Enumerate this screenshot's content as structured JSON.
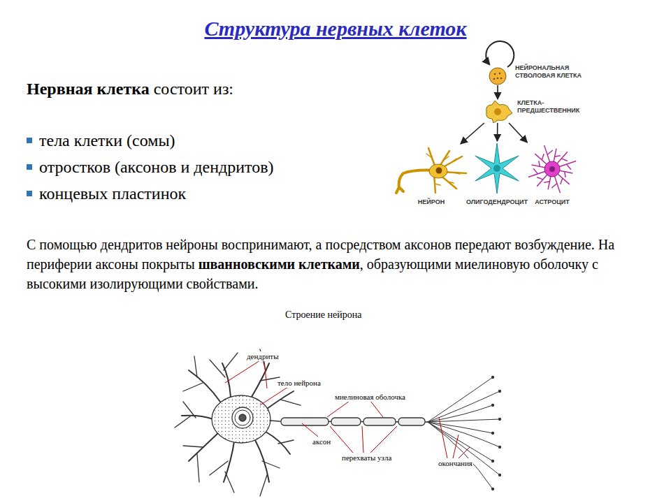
{
  "diagram": {
    "title": "Структура нервных клеток",
    "nodes": [
      {
        "text": [
          "НЕЙРОНАЛЬНАЯ СТВОЛОВАЯ КЛЕТКА"
        ]
      },
      {
        "text": [
          "КЛЕТКА-ПРЕДШЕСТВЕННИК"
        ]
      },
      {
        "text": [
          "НЕЙРОН"
        ]
      },
      {
        "text": [
          "ОЛИГОДЕНДРОЦИТ"
        ]
      },
      {
        "text": [
          "АСТРОЦИТ"
        ]
      }
    ],
    "edges": [
      {
        "from": 0,
        "to": 1,
        "arrow": "to"
      },
      {
        "from": 1,
        "to": 2,
        "arrow": "to"
      },
      {
        "from": 1,
        "to": 3,
        "arrow": "to"
      },
      {
        "from": 1,
        "to": 4,
        "arrow": "to"
      }
    ],
    "labels": [
      "Нервная клетка",
      "состоит из:",
      "тела клетки (сомы)",
      "отростков (аксонов и дендритов)",
      "концевых пластинок",
      "С помощью дендритов нейроны воспринимают, а посредством аксонов передают возбуждение. На периферии аксоны покрыты",
      "шванновскими клетками",
      ", образующими миелиновую оболочку с высокими изолирующими свойствами.",
      "Строение нейрона",
      "дендриты",
      "тело нейрона",
      "миелиновая оболочка",
      "аксон",
      "перехваты узла",
      "окончания"
    ]
  }
}
